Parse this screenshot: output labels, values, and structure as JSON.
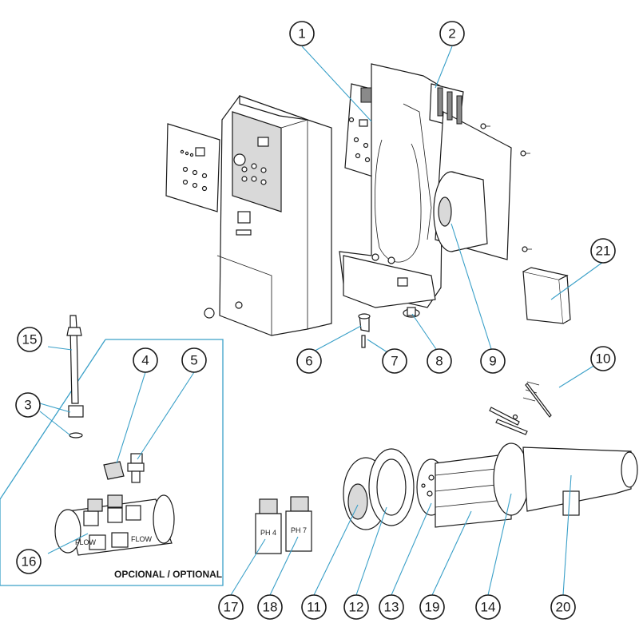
{
  "optional_label": "OPCIONAL / OPTIONAL",
  "callouts": [
    "1",
    "2",
    "3",
    "4",
    "5",
    "6",
    "7",
    "8",
    "9",
    "10",
    "11",
    "12",
    "13",
    "14",
    "15",
    "16",
    "17",
    "18",
    "19",
    "20",
    "21"
  ],
  "bottle_labels": [
    "PH 4",
    "PH 7"
  ],
  "colors": {
    "leader": "#3aa0c8",
    "outline": "#1a1a1a"
  }
}
